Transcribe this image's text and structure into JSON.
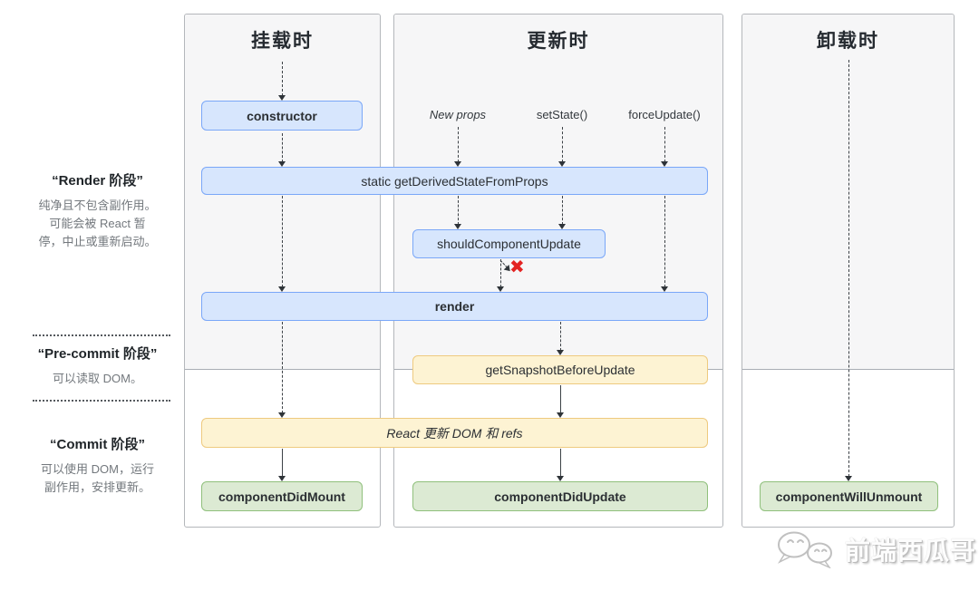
{
  "columns": [
    {
      "title": "挂载时"
    },
    {
      "title": "更新时"
    },
    {
      "title": "卸载时"
    }
  ],
  "phase_labels": {
    "render": {
      "title": "“Render 阶段”",
      "desc": [
        "纯净且不包含副作用。",
        "可能会被 React 暂",
        "停，中止或重新启动。"
      ]
    },
    "pre_commit": {
      "title": "“Pre-commit 阶段”",
      "desc": [
        "可以读取 DOM。"
      ]
    },
    "commit": {
      "title": "“Commit 阶段”",
      "desc": [
        "可以使用 DOM，运行",
        "副作用，安排更新。"
      ]
    }
  },
  "update_triggers": {
    "new_props": "New props",
    "set_state": "setState()",
    "force_update": "forceUpdate()"
  },
  "nodes": {
    "constructor": "constructor",
    "get_derived_state": "static getDerivedStateFromProps",
    "should_component_update": "shouldComponentUpdate",
    "render": "render",
    "get_snapshot": "getSnapshotBeforeUpdate",
    "react_updates_dom": "React 更新 DOM 和 refs",
    "component_did_mount": "componentDidMount",
    "component_did_update": "componentDidUpdate",
    "component_will_unmount": "componentWillUnmount"
  },
  "icons": {
    "stop_update": "✖",
    "watermark_logo": "wechat-icon"
  },
  "watermark": {
    "text": "前端西瓜哥"
  },
  "colors": {
    "column_bg": "#f6f6f7",
    "column_border": "#b4b7bb",
    "blue_fill": "#d7e6fd",
    "blue_border": "#7aa7f8",
    "yellow_fill": "#fdf3d3",
    "yellow_border": "#eeca7f",
    "green_fill": "#dcead3",
    "green_border": "#90c07c",
    "stop_red": "#e32322"
  }
}
